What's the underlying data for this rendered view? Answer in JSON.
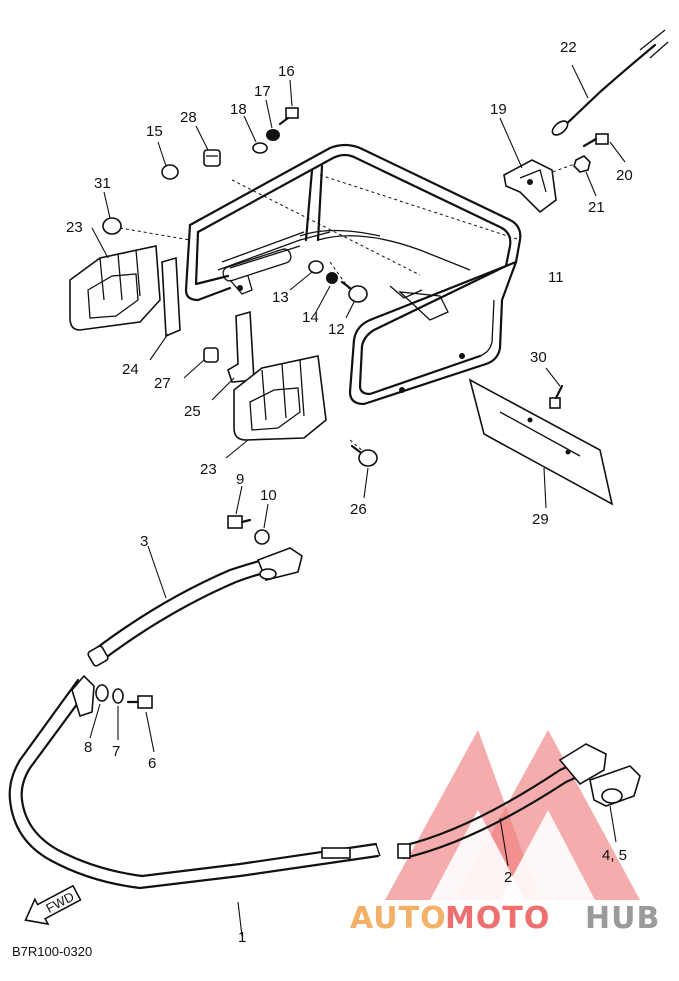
{
  "diagram_code": "B7R100-0320",
  "fwd_label": "FWD",
  "watermark": {
    "auto": "AUTO",
    "moto": "MOTO",
    "hub": "HUB",
    "color_auto": "#f4b066",
    "color_moto": "#ee6f6f",
    "color_hub": "#9a9a9a"
  },
  "labels": {
    "p1": "1",
    "p2": "2",
    "p3": "3",
    "p45": "4, 5",
    "p6": "6",
    "p7": "7",
    "p8": "8",
    "p9": "9",
    "p10": "10",
    "p11": "11",
    "p12": "12",
    "p13": "13",
    "p14": "14",
    "p15": "15",
    "p16": "16",
    "p17": "17",
    "p18": "18",
    "p19": "19",
    "p20": "20",
    "p21": "21",
    "p22": "22",
    "p23a": "23",
    "p23b": "23",
    "p24": "24",
    "p25": "25",
    "p26": "26",
    "p27": "27",
    "p28": "28",
    "p29": "29",
    "p30": "30",
    "p31": "31"
  }
}
